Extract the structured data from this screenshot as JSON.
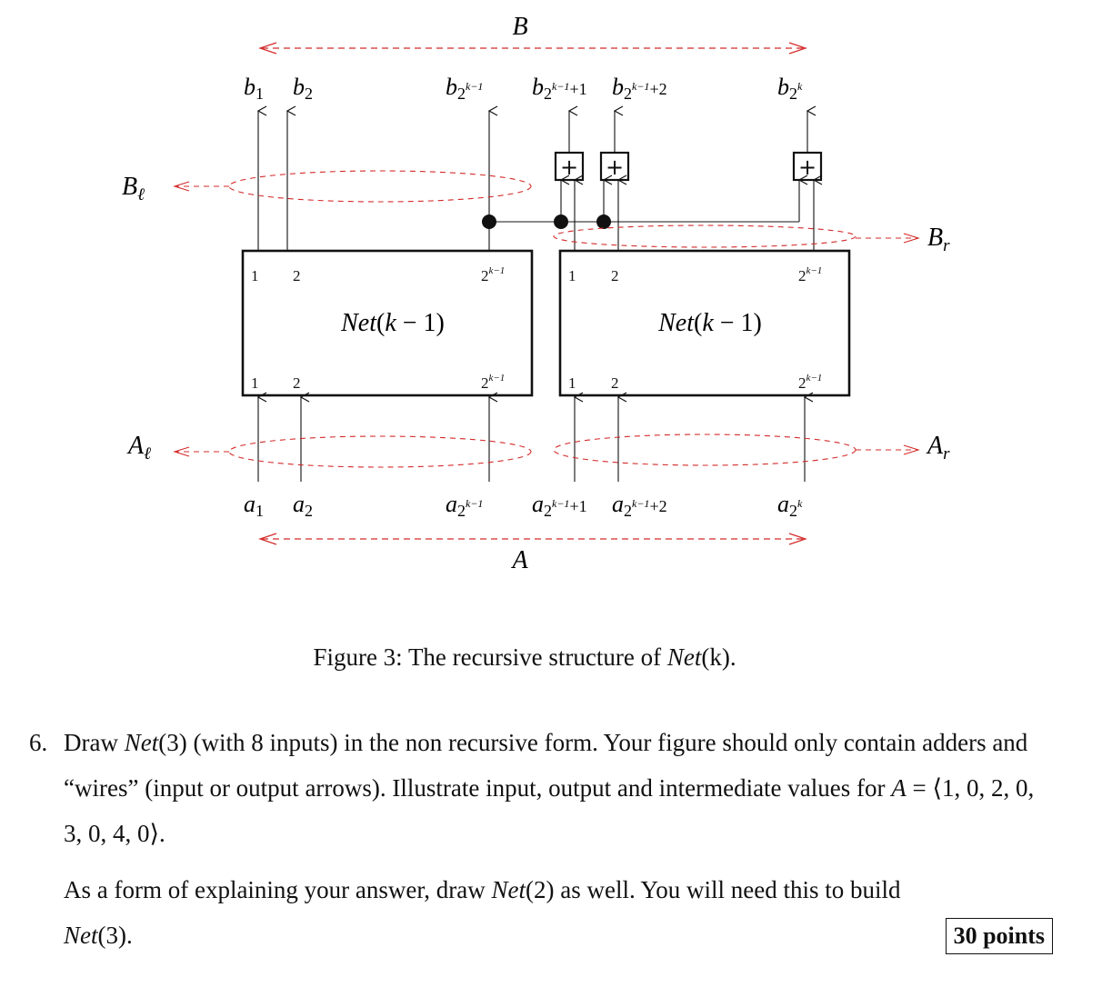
{
  "figure": {
    "label_B": "B",
    "label_A": "A",
    "label_Bl": "Bℓ",
    "label_Br": "Br",
    "label_Al": "Aℓ",
    "label_Ar": "Ar",
    "outputs": [
      "b1",
      "b2",
      "b2k−1",
      "b2k−1+1",
      "b2k−1+2",
      "b2k"
    ],
    "inputs": [
      "a1",
      "a2",
      "a2k−1",
      "a2k−1+1",
      "a2k−1+2",
      "a2k"
    ],
    "left_box": {
      "label": "Net(k − 1)",
      "port1": "1",
      "port2": "2",
      "portlast": "2k−1"
    },
    "right_box": {
      "label": "Net(k − 1)",
      "port1": "1",
      "port2": "2",
      "portlast": "2k−1"
    },
    "adder_symbol": "+",
    "colors": {
      "annotation": "#d42a2a",
      "ink": "#111111"
    }
  },
  "caption": {
    "prefix": "Figure 3: The recursive structure of ",
    "net": "Net",
    "arg": "(k)",
    "suffix": "."
  },
  "problem": {
    "number": "6.",
    "text1": "Draw ",
    "net3": "Net",
    "arg3": "(3)",
    "text2": " (with 8 inputs) in the non recursive form. Your figure should only contain adders and “wires” (input or output arrows). Illustrate input, output and intermediate values for ",
    "var_A": "A",
    "text3": " = ⟨1, 0, 2, 0, 3, 0, 4, 0⟩.",
    "text4": "As a form of explaining your answer, draw ",
    "net2": "Net",
    "arg2": "(2)",
    "text5": " as well. You will need this to build ",
    "net3b": "Net",
    "arg3b": "(3)",
    "text6": ".",
    "points": "30 points"
  }
}
